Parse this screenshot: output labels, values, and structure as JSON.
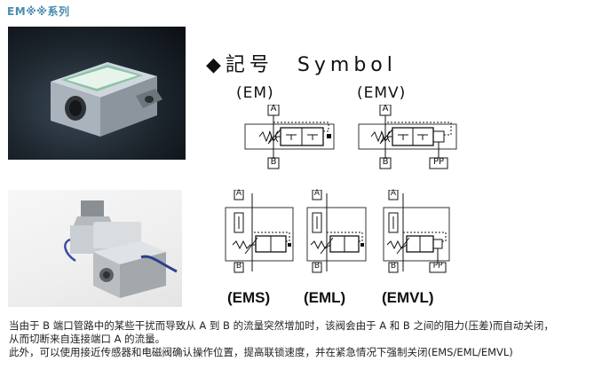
{
  "section_title": "EM※※系列",
  "symbol_heading": "◆記号　Symbol",
  "diagrams": {
    "em": {
      "label": "(EM)",
      "port_a": "A",
      "port_b": "B"
    },
    "emv": {
      "label": "(EMV)",
      "port_a": "A",
      "port_b": "B",
      "port_pp": "PP"
    },
    "ems": {
      "label": "(EMS)",
      "port_a": "A",
      "port_b": "B"
    },
    "eml": {
      "label": "(EML)",
      "port_a": "A",
      "port_b": "B"
    },
    "emvl": {
      "label": "(EMVL)",
      "port_a": "A",
      "port_b": "B",
      "port_pp": "PP"
    }
  },
  "description": {
    "line1": "当由于 B 端口管路中的某些干扰而导致从 A 到 B 的流量突然增加时，该阀会由于 A 和 B 之间的阻力(压差)而自动关闭，",
    "line2": "从而切断来自连接端口 A 的流量。",
    "line3": "此外，可以使用接近传感器和电磁阀确认操作位置，提高联锁速度，并在紧急情况下强制关闭(EMS/EML/EMVL)"
  }
}
